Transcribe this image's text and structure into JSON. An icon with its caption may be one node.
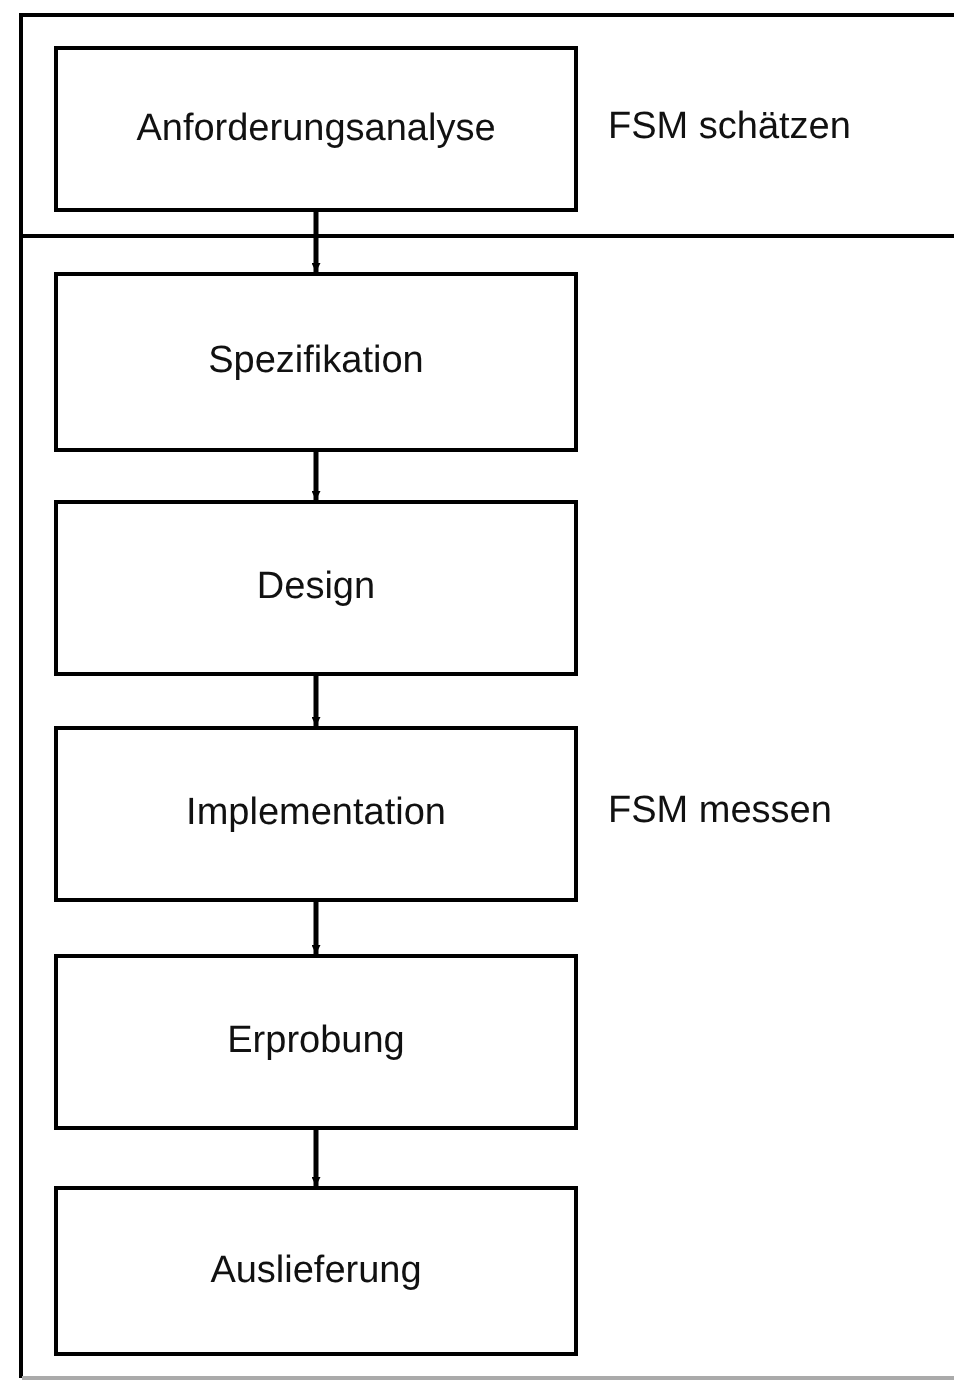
{
  "diagram": {
    "nodes": [
      {
        "text": [
          "Anforderungsanalyse"
        ],
        "beside": [
          "FSM schätzen"
        ]
      },
      {
        "text": [
          "Spezifikation"
        ]
      },
      {
        "text": [
          "Design"
        ]
      },
      {
        "text": [
          "Implementation"
        ],
        "beside": [
          "FSM messen"
        ]
      },
      {
        "text": [
          "Erprobung"
        ]
      },
      {
        "text": [
          "Auslieferung"
        ]
      }
    ],
    "edges": [
      {
        "from": 0,
        "to": 1,
        "arrow": "to"
      },
      {
        "from": 1,
        "to": 2,
        "arrow": "to"
      },
      {
        "from": 2,
        "to": 3,
        "arrow": "to"
      },
      {
        "from": 3,
        "to": 4,
        "arrow": "to"
      },
      {
        "from": 4,
        "to": 5,
        "arrow": "to"
      }
    ]
  }
}
